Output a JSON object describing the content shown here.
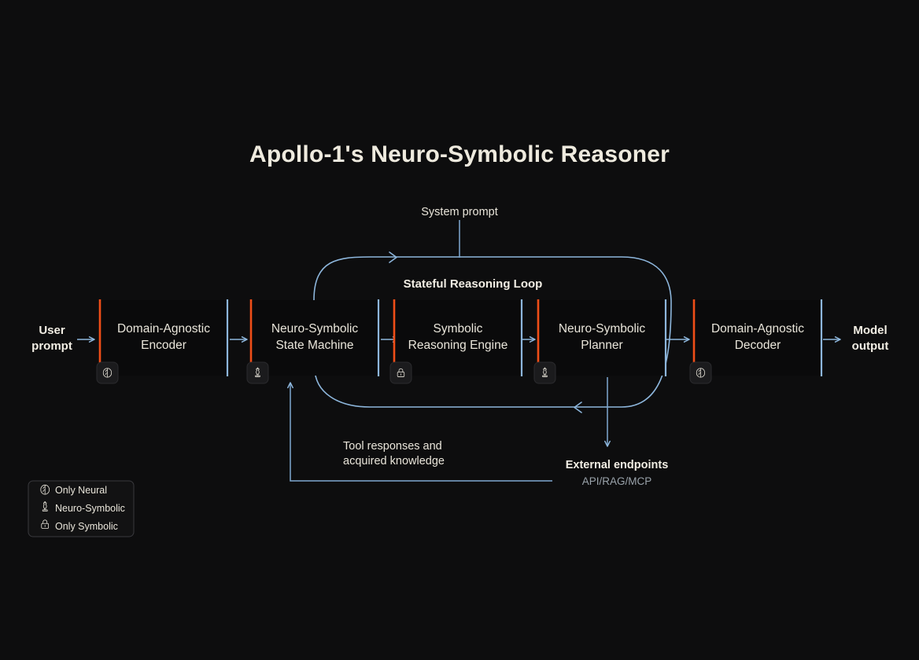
{
  "title": "Apollo-1's Neuro-Symbolic Reasoner",
  "io": {
    "input_label_line1": "User",
    "input_label_line2": "prompt",
    "output_label_line1": "Model",
    "output_label_line2": "output"
  },
  "annotations": {
    "system_prompt": "System prompt",
    "loop_label": "Stateful Reasoning Loop",
    "tool_feedback_line1": "Tool responses and",
    "tool_feedback_line2": "acquired knowledge",
    "external_endpoints": "External endpoints",
    "external_endpoints_sub": "API/RAG/MCP"
  },
  "blocks": [
    {
      "id": "encoder",
      "line1": "Domain-Agnostic",
      "line2": "Encoder",
      "icon": "brain-icon",
      "icon_kind": "only-neural"
    },
    {
      "id": "state-machine",
      "line1": "Neuro-Symbolic",
      "line2": "State Machine",
      "icon": "chess-piece-icon",
      "icon_kind": "neuro-symbolic"
    },
    {
      "id": "reasoning",
      "line1": "Symbolic",
      "line2": "Reasoning Engine",
      "icon": "lock-icon",
      "icon_kind": "only-symbolic"
    },
    {
      "id": "planner",
      "line1": "Neuro-Symbolic",
      "line2": "Planner",
      "icon": "chess-piece-icon",
      "icon_kind": "neuro-symbolic"
    },
    {
      "id": "decoder",
      "line1": "Domain-Agnostic",
      "line2": "Decoder",
      "icon": "brain-icon",
      "icon_kind": "only-neural"
    }
  ],
  "legend": {
    "items": [
      {
        "icon": "brain-icon",
        "label": "Only Neural"
      },
      {
        "icon": "chess-piece-icon",
        "label": "Neuro-Symbolic"
      },
      {
        "icon": "lock-icon",
        "label": "Only Symbolic"
      }
    ]
  },
  "colors": {
    "background": "#0d0d0e",
    "accent_orange": "#f04e18",
    "accent_blue": "#8db6dc",
    "gradient_mid": "#cbc3b4",
    "text": "#eeeade",
    "muted_text": "#9aa3ab"
  }
}
